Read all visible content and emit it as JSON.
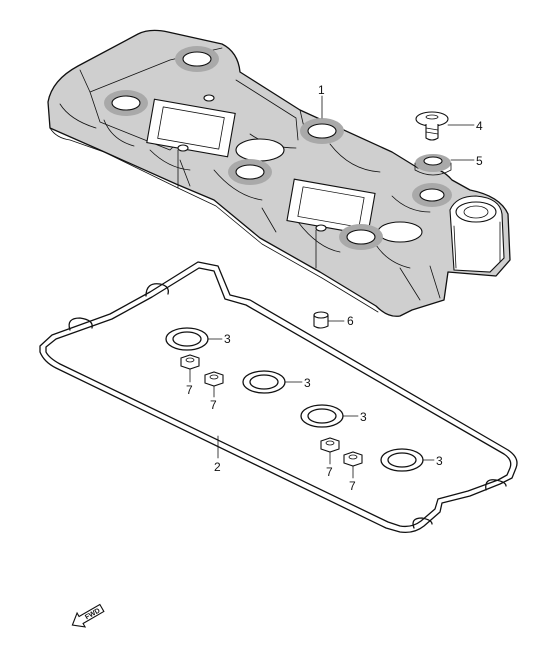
{
  "diagram": {
    "callouts": [
      {
        "id": "1"
      },
      {
        "id": "2"
      },
      {
        "id": "3"
      },
      {
        "id": "3"
      },
      {
        "id": "3"
      },
      {
        "id": "3"
      },
      {
        "id": "4"
      },
      {
        "id": "5"
      },
      {
        "id": "6"
      },
      {
        "id": "7"
      },
      {
        "id": "7"
      },
      {
        "id": "7"
      },
      {
        "id": "7"
      }
    ],
    "direction_arrow": {
      "label": "FWD"
    }
  }
}
